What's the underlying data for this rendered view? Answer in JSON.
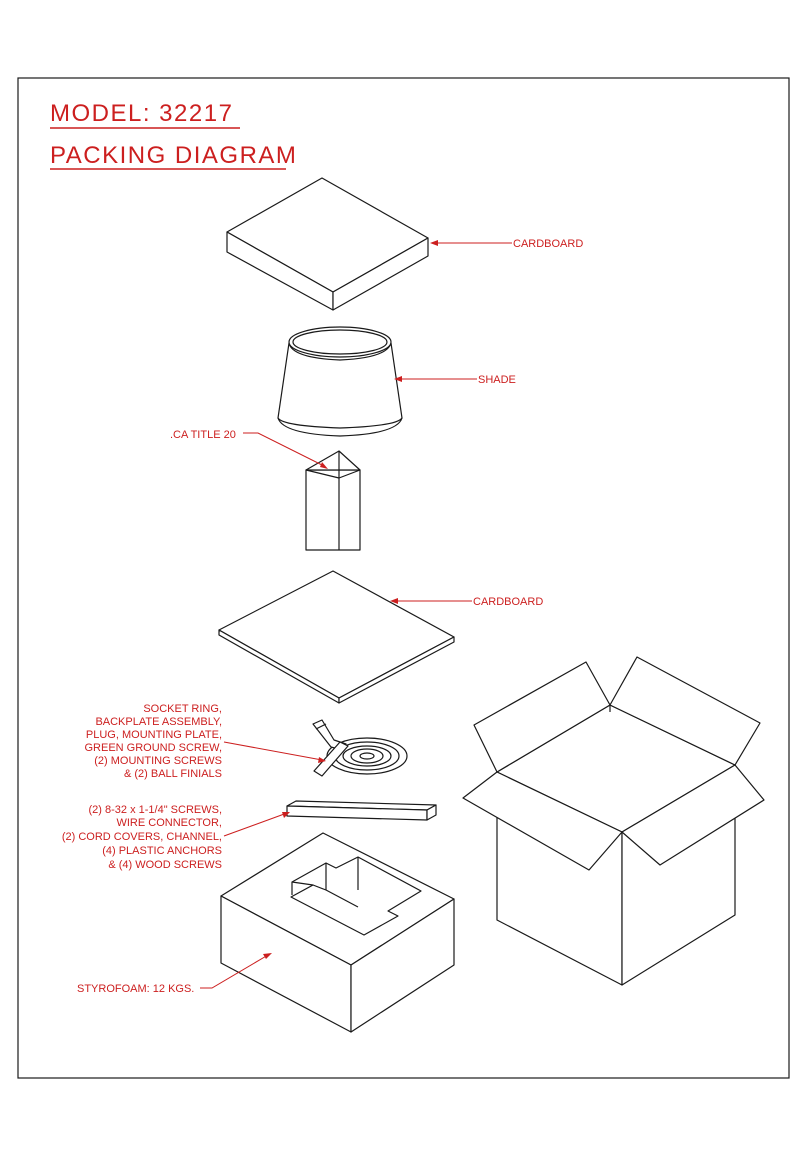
{
  "title": {
    "model": "MODEL: 32217",
    "subtitle": "PACKING DIAGRAM"
  },
  "colors": {
    "annotation": "#cc1f1f",
    "outline": "#1a1a1a",
    "background": "#ffffff"
  },
  "labels": {
    "cardboard_top": "CARDBOARD",
    "shade": "SHADE",
    "ca_title": ".CA TITLE 20",
    "cardboard_sheet": "CARDBOARD",
    "hardware_1": [
      "SOCKET RING,",
      "BACKPLATE ASSEMBLY,",
      "PLUG, MOUNTING PLATE,",
      "GREEN GROUND SCREW,",
      "(2) MOUNTING SCREWS",
      "& (2) BALL FINIALS"
    ],
    "hardware_2": [
      "(2) 8-32 x 1-1/4\" SCREWS,",
      "WIRE CONNECTOR,",
      "(2) CORD COVERS, CHANNEL,",
      "(4) PLASTIC ANCHORS",
      "& (4) WOOD SCREWS"
    ],
    "styrofoam": "STYROFOAM: 12 KGS."
  }
}
